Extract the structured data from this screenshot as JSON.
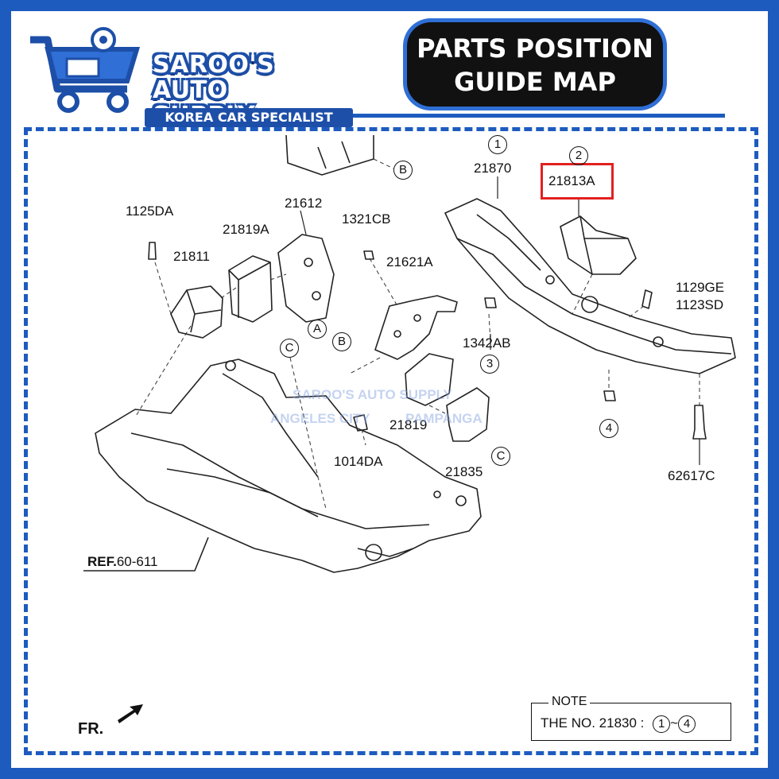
{
  "header": {
    "brand_line1": "SAROO'S",
    "brand_line2": "AUTO SUPPLY",
    "brand_tagline": "KOREA CAR SPECIALIST",
    "title_line1": "PARTS POSITION",
    "title_line2": "GUIDE MAP"
  },
  "colors": {
    "brand_blue": "#1d5bbf",
    "highlight_red": "#e32020",
    "title_bg": "#111111"
  },
  "parts": {
    "p1125DA": "1125DA",
    "p21811": "21811",
    "p21819A": "21819A",
    "p21612": "21612",
    "p1321CB": "1321CB",
    "p21621A": "21621A",
    "p21870": "21870",
    "p21813A": "21813A",
    "p1129GE": "1129GE",
    "p1123SD": "1123SD",
    "p1342AB": "1342AB",
    "p21819": "21819",
    "p1014DA": "1014DA",
    "p21835": "21835",
    "p62617C": "62617C"
  },
  "callouts": {
    "a": "A",
    "b": "B",
    "c": "C",
    "n1": "1",
    "n2": "2",
    "n3": "3",
    "n4": "4"
  },
  "reference": {
    "prefix": "REF.",
    "value": "60-611"
  },
  "direction": {
    "label": "FR."
  },
  "note": {
    "title": "NOTE",
    "text_prefix": "THE NO. 21830 :",
    "range_start": "1",
    "range_sep": "~",
    "range_end": "4"
  },
  "watermark": {
    "line1": "SAROO'S AUTO SUPPLY",
    "line2": "ANGELES CITY",
    "line3": "PAMPANGA"
  },
  "icons": [
    "cart-icon",
    "wheel-icon",
    "battery-icon",
    "fr-arrow-icon"
  ]
}
